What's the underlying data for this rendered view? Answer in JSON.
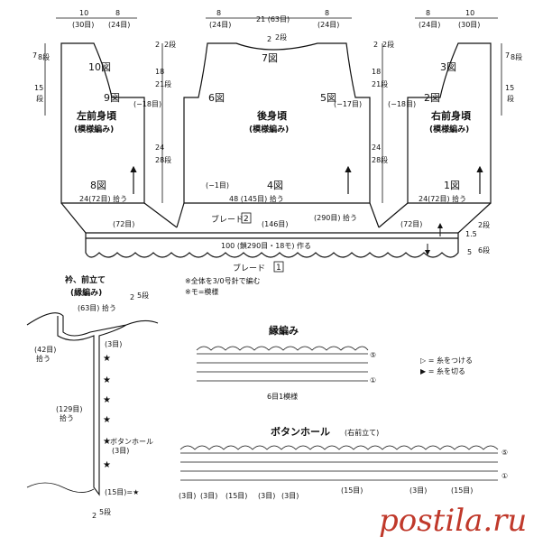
{
  "top": {
    "left_w1": "10",
    "left_w1s": "(30目)",
    "left_w2": "8",
    "left_w2s": "(24目)",
    "center_w1": "8",
    "center_w1s": "(24目)",
    "center_mid": "21 (63目)",
    "center_w2": "8",
    "center_w2s": "(24目)",
    "right_w1": "8",
    "right_w1s": "(24目)",
    "right_w2": "10",
    "right_w2s": "(30目)"
  },
  "pieces": {
    "left": {
      "title": "左前身頃",
      "sub": "(模様編み)",
      "fig_top": "10図",
      "fig_mid": "9図",
      "fig_bottom": "8図",
      "side_note": "(−18目)",
      "bottom": "24(72目) 拾う"
    },
    "back": {
      "title": "後身頃",
      "sub": "(模様編み)",
      "fig_top": "7図",
      "fig_left": "6図",
      "fig_right": "5図",
      "fig_bottom": "4図",
      "side_right": "(−17目)",
      "bottom_note": "(−1目)",
      "bottom": "48 (145目) 拾う",
      "neck": "2",
      "neck_s": "2段"
    },
    "right": {
      "title": "右前身頃",
      "sub": "(模様編み)",
      "fig_top": "3図",
      "fig_mid": "2図",
      "fig_bottom": "1図",
      "side_note": "(−18目)",
      "bottom": "24(72目) 拾う"
    }
  },
  "side_dims": {
    "left": {
      "a": "7",
      "a_s": "8段",
      "b": "15",
      "b_s": "段"
    },
    "mid1": {
      "a": "2",
      "a_s": "2段",
      "b": "18",
      "b_s": "21段",
      "c": "24",
      "c_s": "28段"
    },
    "mid2": {
      "a": "2",
      "a_s": "2段",
      "b": "18",
      "b_s": "21段",
      "c": "24",
      "c_s": "28段"
    },
    "right": {
      "a": "7",
      "a_s": "8段",
      "b": "15",
      "b_s": "段"
    }
  },
  "band": {
    "label_top": "ブレード",
    "label_top_num": "2",
    "left_72": "(72目)",
    "mid_146": "(146目)",
    "mid_290": "(290目) 拾う",
    "right_72": "(72目)",
    "main": "100 (鎖290目・18モ) 作る",
    "label_bottom": "ブレード",
    "label_bottom_num": "1",
    "dim_a": "1.5",
    "dim_a_s": "2段",
    "dim_b": "5",
    "dim_b_s": "6段"
  },
  "notes": [
    "※全体を3/0号針で編む",
    "※モ=模様"
  ],
  "collar": {
    "title": "衿、前立て",
    "sub": "(縁編み)",
    "pick_top": "(63目) 拾う",
    "dim_top": "2",
    "dim_top_s": "5段",
    "pick_left": "(42目)",
    "pick_left2": "拾う",
    "three": "(3目)",
    "pick_front": "(129目)",
    "pick_front2": "拾う",
    "button": "ボタンホール",
    "button_s": "(3目)",
    "bottom_note": "(15目)=★",
    "dim_bottom": "2",
    "dim_bottom_s": "5段"
  },
  "edge": {
    "title": "縁編み",
    "repeat": "6目1模様",
    "legend_attach": "▷ = 糸をつける",
    "legend_cut": "▶ = 糸を切る",
    "row5": "⑤",
    "row1": "①"
  },
  "buttonhole": {
    "title": "ボタンホール",
    "title_s": "(右前立て)",
    "labels": [
      "(3目)",
      "(3目)",
      "(15目)",
      "(3目)",
      "(3目)",
      "(15目)",
      "(3目)",
      "(15目)"
    ],
    "row5": "⑤",
    "row1": "①"
  },
  "watermark": "postila.ru"
}
